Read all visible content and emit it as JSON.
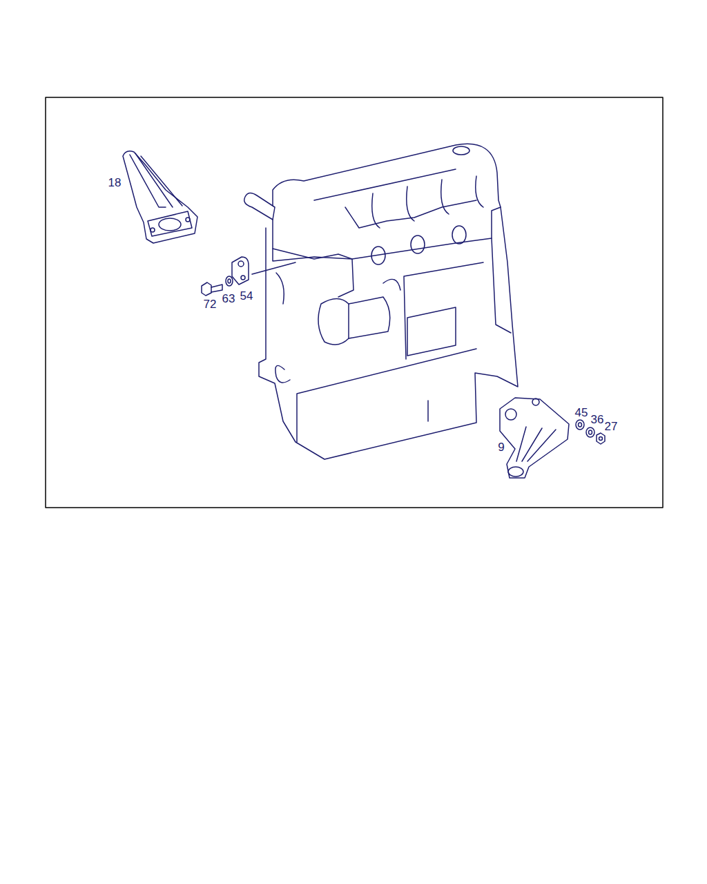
{
  "diagram": {
    "labels": [
      "18",
      "72",
      "63",
      "54",
      "45",
      "36",
      "27",
      "9"
    ]
  }
}
